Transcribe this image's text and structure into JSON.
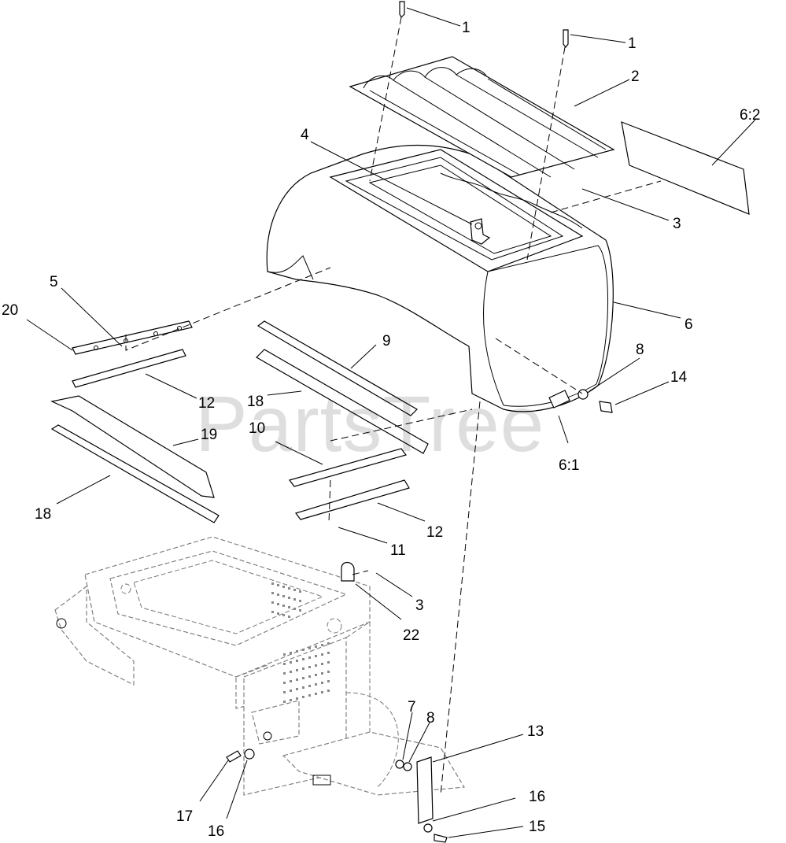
{
  "watermark": "PartsTree",
  "callouts": [
    {
      "id": "c1a",
      "label": "1"
    },
    {
      "id": "c1b",
      "label": "1"
    },
    {
      "id": "c2",
      "label": "2"
    },
    {
      "id": "c62",
      "label": "6:2"
    },
    {
      "id": "c4",
      "label": "4"
    },
    {
      "id": "c3a",
      "label": "3"
    },
    {
      "id": "c5",
      "label": "5"
    },
    {
      "id": "c20",
      "label": "20"
    },
    {
      "id": "c6",
      "label": "6"
    },
    {
      "id": "c9",
      "label": "9"
    },
    {
      "id": "c8a",
      "label": "8"
    },
    {
      "id": "c14",
      "label": "14"
    },
    {
      "id": "c12a",
      "label": "12"
    },
    {
      "id": "c18a",
      "label": "18"
    },
    {
      "id": "c19",
      "label": "19"
    },
    {
      "id": "c10",
      "label": "10"
    },
    {
      "id": "c61",
      "label": "6:1"
    },
    {
      "id": "c18b",
      "label": "18"
    },
    {
      "id": "c12b",
      "label": "12"
    },
    {
      "id": "c11",
      "label": "11"
    },
    {
      "id": "c3b",
      "label": "3"
    },
    {
      "id": "c22",
      "label": "22"
    },
    {
      "id": "c7",
      "label": "7"
    },
    {
      "id": "c8b",
      "label": "8"
    },
    {
      "id": "c13",
      "label": "13"
    },
    {
      "id": "c16a",
      "label": "16"
    },
    {
      "id": "c15",
      "label": "15"
    },
    {
      "id": "c17",
      "label": "17"
    },
    {
      "id": "c16b",
      "label": "16"
    }
  ]
}
